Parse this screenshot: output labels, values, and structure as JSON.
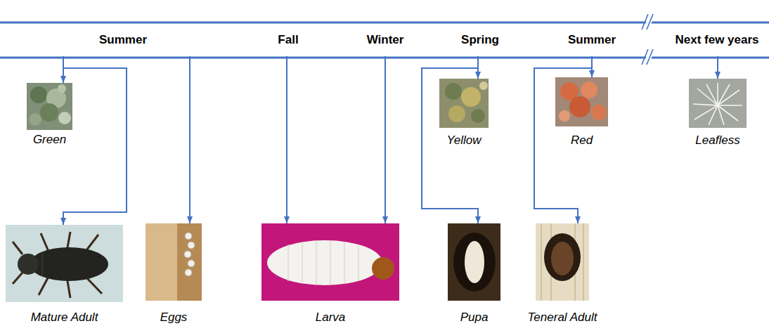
{
  "diagram": {
    "nodes": [
      {
        "text": [
          "Summer"
        ]
      },
      {
        "text": [
          "Fall"
        ]
      },
      {
        "text": [
          "Winter"
        ]
      },
      {
        "text": [
          "Spring"
        ]
      },
      {
        "text": [
          "Summer"
        ]
      },
      {
        "text": [
          "Next few years"
        ]
      },
      {
        "text": [
          "Green"
        ]
      },
      {
        "text": [
          "Yellow"
        ]
      },
      {
        "text": [
          "Red"
        ]
      },
      {
        "text": [
          "Leafless"
        ]
      },
      {
        "text": [
          "Mature Adult"
        ]
      },
      {
        "text": [
          "Eggs"
        ]
      },
      {
        "text": [
          "Larva"
        ]
      },
      {
        "text": [
          "Pupa"
        ]
      },
      {
        "text": [
          "Teneral Adult"
        ]
      }
    ],
    "edges": [
      {
        "from": 0,
        "to": 6,
        "arrow": "to"
      },
      {
        "from": 0,
        "to": 10,
        "arrow": "to"
      },
      {
        "from": 0,
        "to": 11,
        "arrow": "to"
      },
      {
        "from": 1,
        "to": 12,
        "arrow": "to"
      },
      {
        "from": 2,
        "to": 12,
        "arrow": "to"
      },
      {
        "from": 3,
        "to": 7,
        "arrow": "to"
      },
      {
        "from": 3,
        "to": 13,
        "arrow": "to"
      },
      {
        "from": 4,
        "to": 8,
        "arrow": "to"
      },
      {
        "from": 4,
        "to": 14,
        "arrow": "to"
      },
      {
        "from": 5,
        "to": 9,
        "arrow": "to"
      }
    ]
  }
}
